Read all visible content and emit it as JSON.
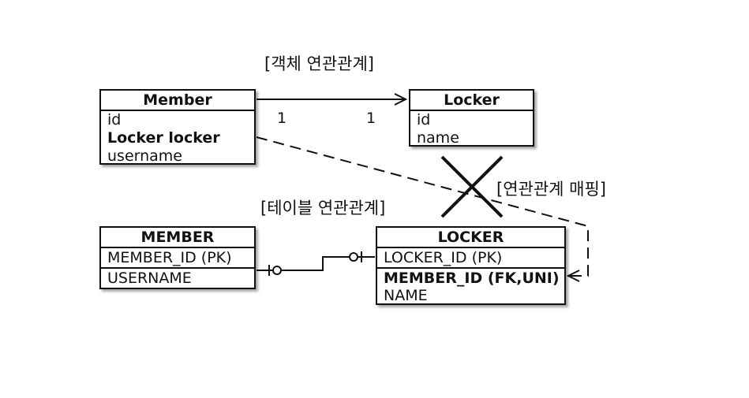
{
  "labels": {
    "object_relation": "[객체 연관관계]",
    "table_relation": "[테이블 연관관계]",
    "relation_mapping": "[연관관계 매핑]"
  },
  "multiplicity": {
    "left": "1",
    "right": "1"
  },
  "entities": {
    "member_obj": {
      "title": "Member",
      "fields": [
        "id",
        "Locker locker",
        "username"
      ]
    },
    "locker_obj": {
      "title": "Locker",
      "fields": [
        "id",
        "name"
      ]
    },
    "member_tbl": {
      "title": "MEMBER",
      "fields": [
        "MEMBER_ID (PK)",
        "USERNAME"
      ]
    },
    "locker_tbl": {
      "title": "LOCKER",
      "fields": [
        "LOCKER_ID (PK)",
        "MEMBER_ID (FK,UNI)",
        "NAME"
      ]
    }
  }
}
